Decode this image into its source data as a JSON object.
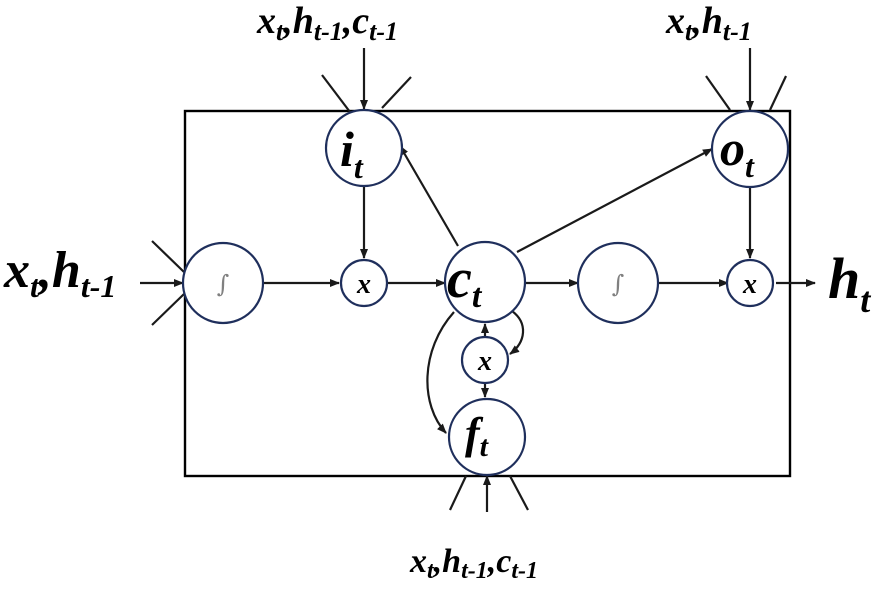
{
  "labels": {
    "input_gate": {
      "base": "i",
      "sub": "t"
    },
    "output_gate": {
      "base": "o",
      "sub": "t"
    },
    "forget_gate": {
      "base": "f",
      "sub": "t"
    },
    "cell_state": {
      "base": "c",
      "sub": "t"
    },
    "output": {
      "base": "h",
      "sub": "t"
    },
    "multiply": "x",
    "integral": "∫",
    "input_left": [
      {
        "base": "x",
        "sub": "t"
      },
      {
        "base": ",h",
        "sub": "t-1"
      }
    ],
    "input_top_i": [
      {
        "base": "x",
        "sub": "t"
      },
      {
        "base": ",h",
        "sub": "t-1"
      },
      {
        "base": ",c",
        "sub": "t-1"
      }
    ],
    "input_top_o": [
      {
        "base": "x",
        "sub": "t"
      },
      {
        "base": ",h",
        "sub": "t-1"
      }
    ],
    "input_bottom_f": [
      {
        "base": "x",
        "sub": "t"
      },
      {
        "base": ",h",
        "sub": "t-1"
      },
      {
        "base": ",c",
        "sub": "t-1"
      }
    ]
  },
  "colors": {
    "node_stroke": "#1f2f5c",
    "edge": "#1a1a1a",
    "integral_glyph": "#808080"
  }
}
